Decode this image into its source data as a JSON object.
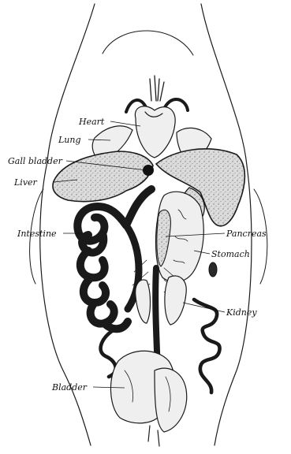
{
  "labels": {
    "heart": "Heart",
    "lung": "Lung",
    "gall_bladder": "Gall bladder",
    "liver": "Liver",
    "pancreas": "Pancreas",
    "intestine": "Intestine",
    "stomach": "Stomach",
    "kidney": "Kidney",
    "bladder": "Bladder"
  }
}
